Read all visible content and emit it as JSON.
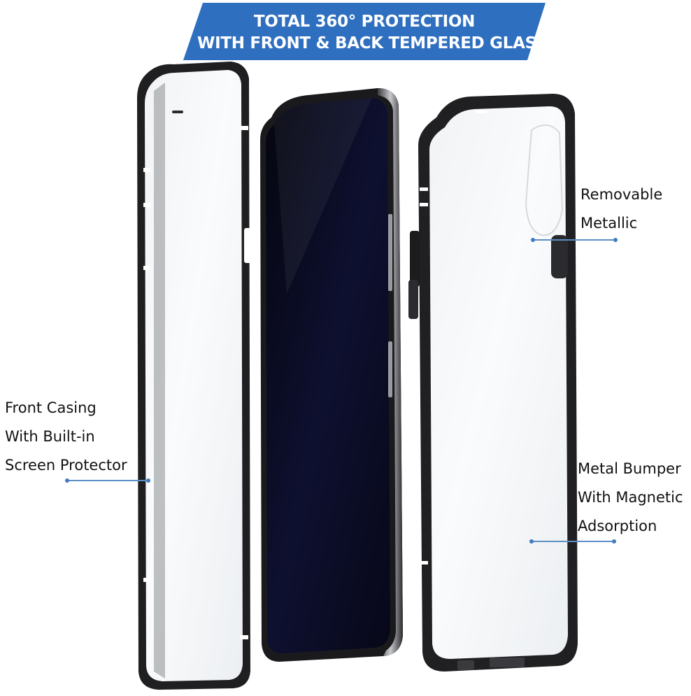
{
  "banner": {
    "line1": "TOTAL 360° PROTECTION",
    "line2": "WITH FRONT & BACK TEMPERED GLASS",
    "color": "#2f6fc0"
  },
  "callouts": {
    "removable": {
      "line1": "Removable",
      "line2": "Metallic"
    },
    "front_casing": {
      "line1": "Front Casing",
      "line2": "With Built-in",
      "line3": "Screen Protector"
    },
    "metal_bumper": {
      "line1": "Metal Bumper",
      "line2": "With Magnetic",
      "line3": "Adsorption"
    }
  },
  "colors": {
    "frame": "#1f1f22",
    "screen": "#0b0c1c",
    "leader": "#5b8fc6"
  }
}
